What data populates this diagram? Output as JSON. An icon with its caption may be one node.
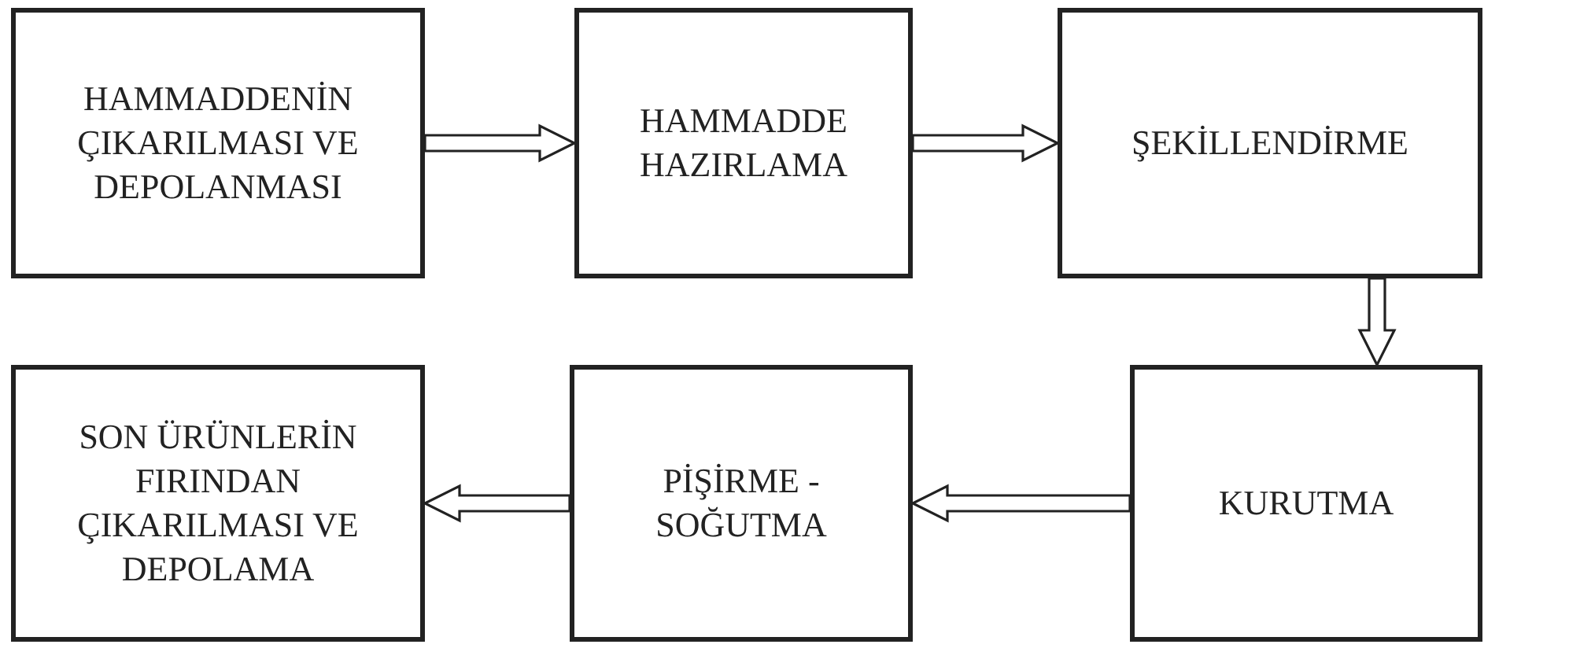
{
  "diagram": {
    "nodes": [
      {
        "text": [
          "HAMMADDENİN ÇIKARILMASI VE DEPOLANMASI"
        ]
      },
      {
        "text": [
          "HAMMADDE HAZIRLAMA"
        ]
      },
      {
        "text": [
          "ŞEKİLLENDİRME"
        ]
      },
      {
        "text": [
          "SON ÜRÜNLERİN FIRINDAN ÇIKARILMASI VE DEPOLAMA"
        ]
      },
      {
        "text": [
          "PİŞİRME - SOĞUTMA"
        ]
      },
      {
        "text": [
          "KURUTMA"
        ]
      }
    ],
    "edges": [
      {
        "from": 0,
        "to": 1,
        "arrow": "to"
      },
      {
        "from": 1,
        "to": 2,
        "arrow": "to"
      },
      {
        "from": 2,
        "to": 5,
        "arrow": "to"
      },
      {
        "from": 5,
        "to": 4,
        "arrow": "to"
      },
      {
        "from": 4,
        "to": 3,
        "arrow": "to"
      }
    ]
  }
}
